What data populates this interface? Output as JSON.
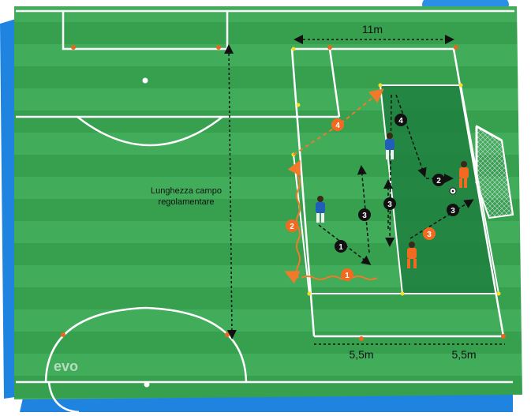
{
  "diagram": {
    "dimension_top": "11m",
    "dimension_bottom_left": "5,5m",
    "dimension_bottom_right": "5,5m",
    "length_label_line1": "Lunghezza campo",
    "length_label_line2": "regolamentare",
    "watermark_logo": "evo",
    "steps_orange": [
      "1",
      "2",
      "3",
      "4"
    ],
    "steps_black": [
      "1",
      "2",
      "3",
      "3",
      "3",
      "4"
    ]
  },
  "colors": {
    "pitch_light": "#3fae59",
    "pitch_dark": "#2f9a4a",
    "zone_dark": "#1f7f3e",
    "lines": "#ffffff",
    "cone": "#e8681f",
    "run_path": "#f07a2a",
    "player_blue": "#1f5fb8",
    "player_orange": "#f26a21",
    "step_black": "#111111",
    "frame_blue": "#1f84e0"
  }
}
